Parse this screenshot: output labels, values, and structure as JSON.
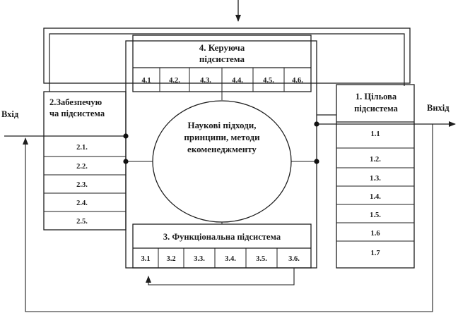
{
  "diagram": {
    "input_label": "Вхід",
    "output_label": "Вихід",
    "control": {
      "title_line1": "4. Керуюча",
      "title_line2": "підсистема",
      "cells": [
        "4.1",
        "4.2.",
        "4.3.",
        "4.4.",
        "4.5.",
        "4.6."
      ]
    },
    "supply": {
      "title_line1": "2.Забезпечую",
      "title_line2": "ча підсистема",
      "cells": [
        "2.1.",
        "2.2.",
        "2.3.",
        "2.4.",
        "2.5."
      ]
    },
    "target": {
      "title_line1": "1. Цільова",
      "title_line2": "підсистема",
      "cells": [
        "1.1",
        "1.2.",
        "1.3.",
        "1.4.",
        "1.5.",
        "1.6",
        "1.7"
      ]
    },
    "functional": {
      "title": "3. Функціональна підсистема",
      "cells": [
        "3.1",
        "3.2",
        "3.3.",
        "3.4.",
        "3.5.",
        "3.6."
      ]
    },
    "center": {
      "line1": "Наукові підходи,",
      "line2": "принципи, методи",
      "line3": "екоменеджменту"
    }
  }
}
